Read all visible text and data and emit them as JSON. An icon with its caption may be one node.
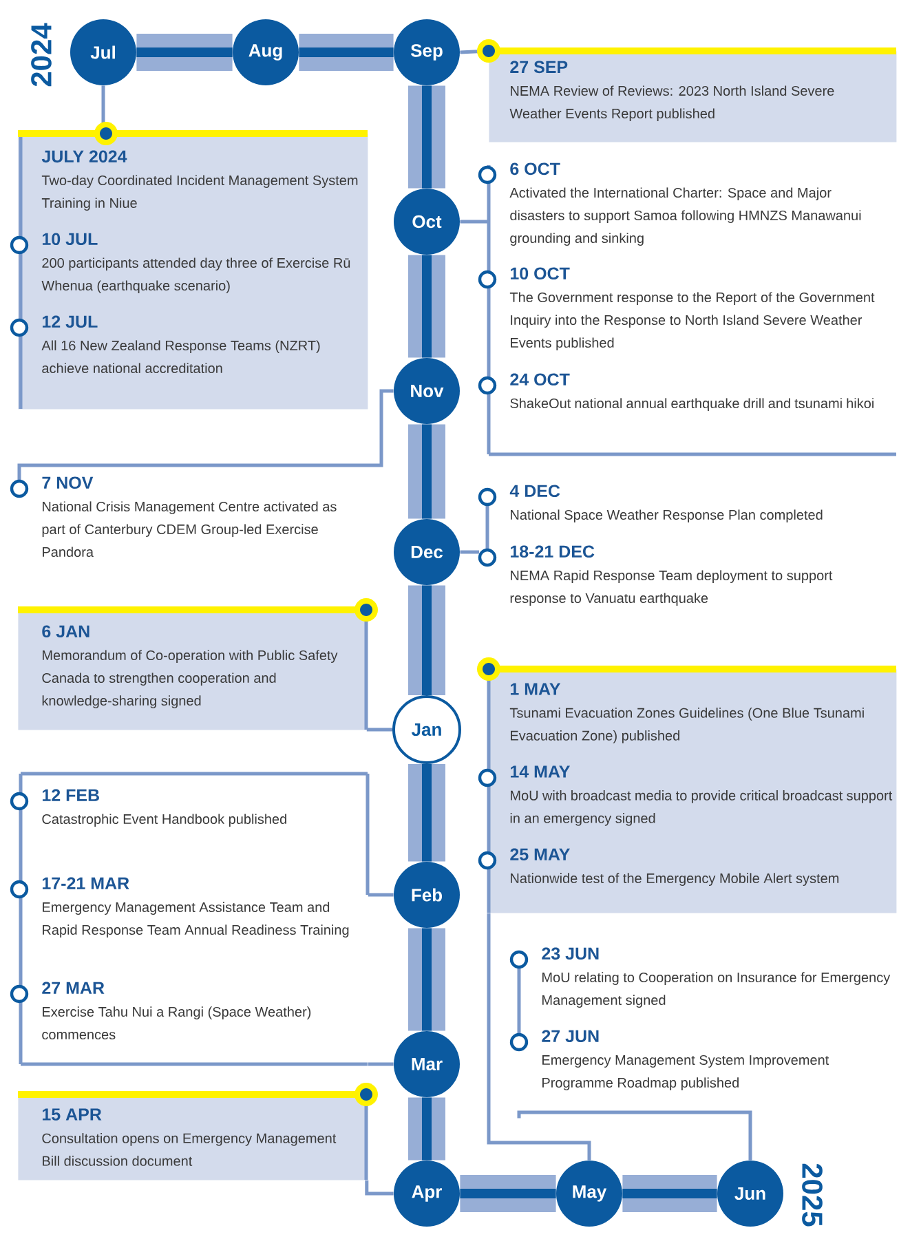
{
  "diagram": {
    "nodes": [
      {
        "text": [
          "Jul"
        ],
        "beside": [
          "2024"
        ]
      },
      {
        "text": [
          "Aug"
        ]
      },
      {
        "text": [
          "Sep"
        ]
      },
      {
        "text": [
          "Oct"
        ]
      },
      {
        "text": [
          "Nov"
        ]
      },
      {
        "text": [
          "Dec"
        ]
      },
      {
        "text": [
          "Jan"
        ]
      },
      {
        "text": [
          "Feb"
        ]
      },
      {
        "text": [
          "Mar"
        ]
      },
      {
        "text": [
          "Apr"
        ]
      },
      {
        "text": [
          "May"
        ]
      },
      {
        "text": [
          "Jun"
        ],
        "beside": [
          "2025"
        ]
      },
      {
        "text": [],
        "shape": "box"
      },
      {
        "text": [
          "JULY 2024",
          "Two-day Coordinated Incident Management System Training in Niue"
        ],
        "in": 12
      },
      {
        "text": [
          "10 JUL",
          "200 participants attended day three of Exercise Rū Whenua (earthquake scenario)"
        ],
        "in": 12
      },
      {
        "text": [
          "12 JUL",
          "All 16 New Zealand Response Teams (NZRT) achieve national accreditation"
        ],
        "in": 12
      },
      {
        "text": [],
        "shape": "box"
      },
      {
        "text": [
          "27 SEP",
          "NEMA Review of Reviews: 2023 North Island Severe Weather Events Report published"
        ],
        "in": 16
      },
      {
        "text": [],
        "shape": "box"
      },
      {
        "text": [
          "6 OCT",
          "Activated the International Charter: Space and Major disasters to support Samoa following HMNZS Manawanui grounding and sinking"
        ],
        "in": 18
      },
      {
        "text": [
          "10 OCT",
          "The Government response to the Report of the Government Inquiry into the Response to North Island Severe Weather Events published"
        ],
        "in": 18
      },
      {
        "text": [
          "24 OCT",
          "ShakeOut national annual earthquake drill and tsunami hikoi"
        ],
        "in": 18
      },
      {
        "text": [
          "7 NOV",
          "National Crisis Management Centre activated as part of Canterbury CDEM Group-led Exercise Pandora"
        ]
      },
      {
        "text": [
          "4 DEC",
          "National Space Weather Response Plan completed"
        ]
      },
      {
        "text": [
          "18-21 DEC",
          "NEMA Rapid Response Team deployment to support response to Vanuatu earthquake"
        ]
      },
      {
        "text": [],
        "shape": "box"
      },
      {
        "text": [
          "6 JAN",
          "Memorandum of Co-operation with Public Safety Canada to strengthen cooperation and knowledge-sharing signed"
        ],
        "in": 25
      },
      {
        "text": [],
        "shape": "box"
      },
      {
        "text": [
          "12 FEB",
          "Catastrophic Event Handbook published"
        ],
        "in": 27
      },
      {
        "text": [
          "17-21 MAR",
          "Emergency Management Assistance Team and Rapid Response Team Annual Readiness Training"
        ],
        "in": 27
      },
      {
        "text": [
          "27 MAR",
          "Exercise Tahu Nui a Rangi (Space Weather) commences"
        ],
        "in": 27
      },
      {
        "text": [],
        "shape": "box"
      },
      {
        "text": [
          "15 APR",
          "Consultation opens on Emergency Management Bill discussion document"
        ],
        "in": 31
      },
      {
        "text": [],
        "shape": "box"
      },
      {
        "text": [
          "1 MAY",
          "Tsunami Evacuation Zones Guidelines (One Blue Tsunami Evacuation Zone) published"
        ],
        "in": 33
      },
      {
        "text": [
          "14 MAY",
          "MoU with broadcast media to provide critical broadcast support in an emergency signed"
        ],
        "in": 33
      },
      {
        "text": [
          "25 MAY",
          "Nationwide test of the Emergency Mobile Alert system"
        ],
        "in": 33
      },
      {
        "text": [
          "23 JUN",
          "MoU relating to Cooperation on Insurance for Emergency Management signed"
        ]
      },
      {
        "text": [
          "27 JUN",
          "Emergency Management System Improvement Programme Roadmap published"
        ]
      }
    ],
    "edges": [
      {
        "from": 0,
        "to": 1,
        "arrow": "none",
        "style": "thick",
        "color": "#97aed6"
      },
      {
        "from": 1,
        "to": 2,
        "arrow": "none",
        "style": "thick",
        "color": "#97aed6"
      },
      {
        "from": 2,
        "to": 3,
        "arrow": "none",
        "style": "thick",
        "color": "#97aed6"
      },
      {
        "from": 3,
        "to": 4,
        "arrow": "none",
        "style": "thick",
        "color": "#97aed6"
      },
      {
        "from": 4,
        "to": 5,
        "arrow": "none",
        "style": "thick",
        "color": "#97aed6"
      },
      {
        "from": 5,
        "to": 6,
        "arrow": "none",
        "style": "thick",
        "color": "#97aed6"
      },
      {
        "from": 6,
        "to": 7,
        "arrow": "none",
        "style": "thick",
        "color": "#97aed6"
      },
      {
        "from": 7,
        "to": 8,
        "arrow": "none",
        "style": "thick",
        "color": "#97aed6"
      },
      {
        "from": 8,
        "to": 9,
        "arrow": "none",
        "style": "thick",
        "color": "#97aed6"
      },
      {
        "from": 9,
        "to": 10,
        "arrow": "none",
        "style": "thick",
        "color": "#97aed6"
      },
      {
        "from": 10,
        "to": 11,
        "arrow": "none",
        "style": "thick",
        "color": "#97aed6"
      },
      {
        "from": 0,
        "to": 12,
        "arrow": "none"
      },
      {
        "from": 2,
        "to": 16,
        "arrow": "none"
      },
      {
        "from": 3,
        "to": 18,
        "arrow": "none"
      },
      {
        "from": 4,
        "to": 22,
        "arrow": "none"
      },
      {
        "from": 5,
        "to": 24,
        "arrow": "none"
      },
      {
        "from": 23,
        "to": 24,
        "arrow": "none"
      },
      {
        "from": 6,
        "to": 25,
        "arrow": "none"
      },
      {
        "from": 7,
        "to": 27,
        "arrow": "none"
      },
      {
        "from": 8,
        "to": 27,
        "arrow": "none"
      },
      {
        "from": 9,
        "to": 31,
        "arrow": "none"
      },
      {
        "from": 10,
        "to": 33,
        "arrow": "none"
      },
      {
        "from": 11,
        "to": 38,
        "arrow": "none"
      },
      {
        "from": 37,
        "to": 38,
        "arrow": "none"
      }
    ]
  }
}
